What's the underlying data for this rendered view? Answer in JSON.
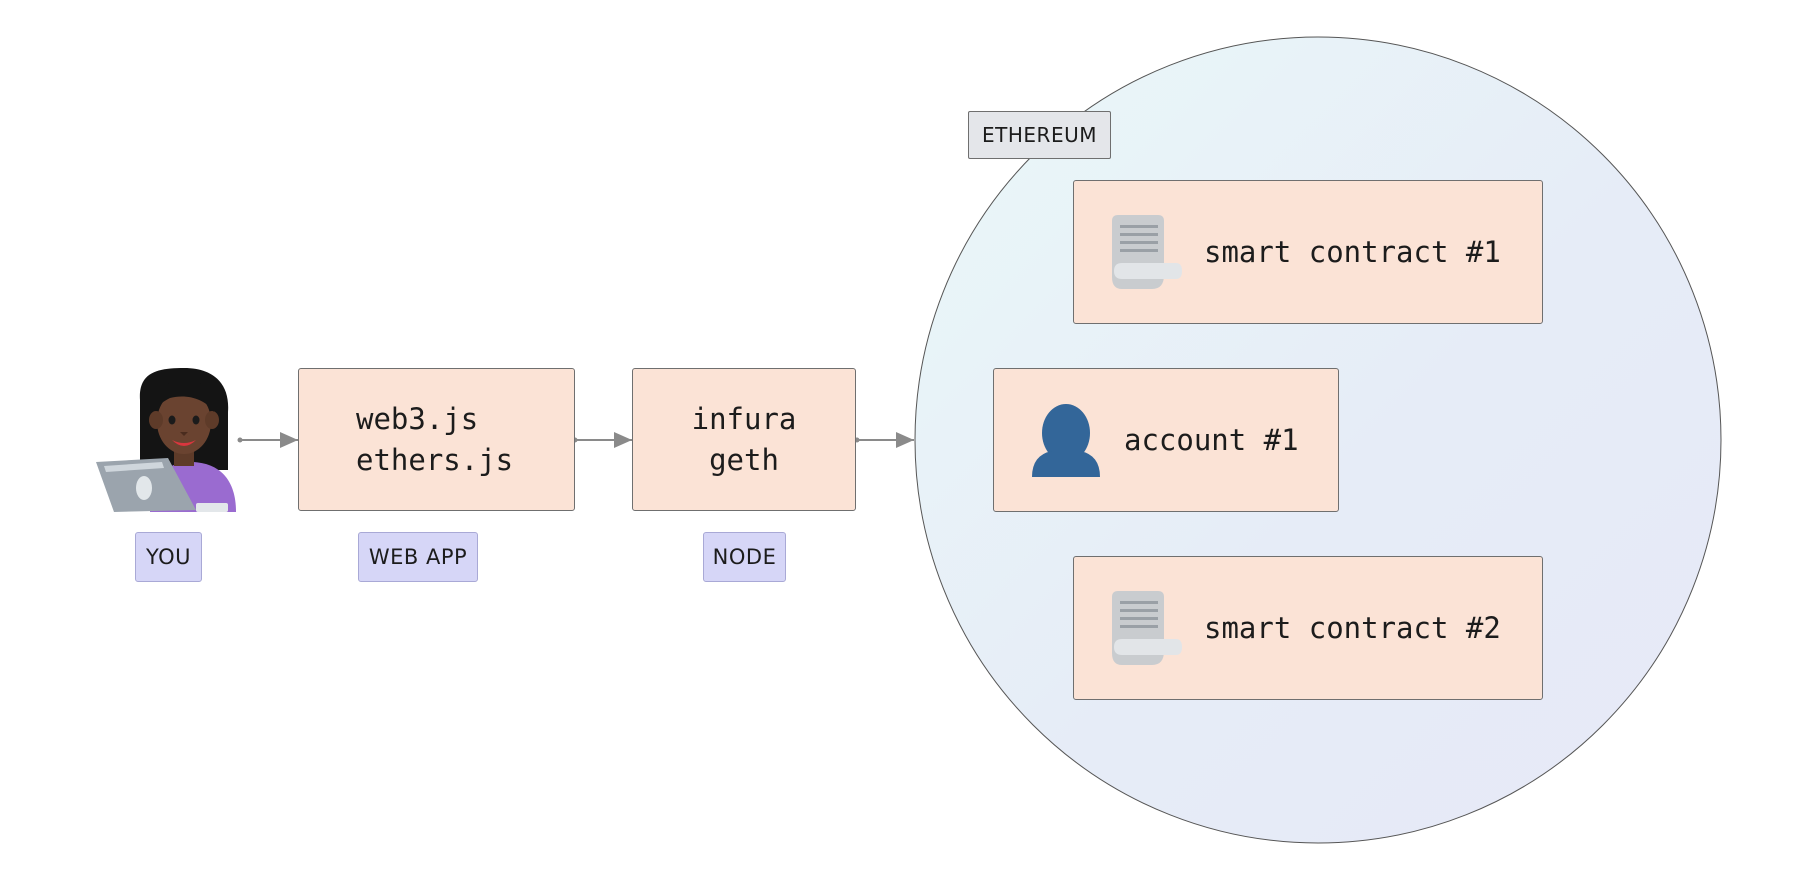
{
  "diagram": {
    "actor": {
      "label": "YOU",
      "icon": "woman-with-laptop-icon"
    },
    "web_app": {
      "label": "WEB APP",
      "line1": "web3.js",
      "line2": "ethers.js"
    },
    "node": {
      "label": "NODE",
      "line1": "infura",
      "line2": "geth"
    },
    "ethereum": {
      "label": "ETHEREUM",
      "items": [
        {
          "text": "smart contract #1",
          "icon": "scroll-document-icon"
        },
        {
          "text": "account #1",
          "icon": "person-silhouette-icon"
        },
        {
          "text": "smart contract #2",
          "icon": "scroll-document-icon"
        }
      ]
    },
    "colors": {
      "box_fill": "#fbe3d6",
      "tag_fill": "#d6d6f7",
      "person_icon": "#336699",
      "circle_fill": "#e8f3f8"
    }
  }
}
